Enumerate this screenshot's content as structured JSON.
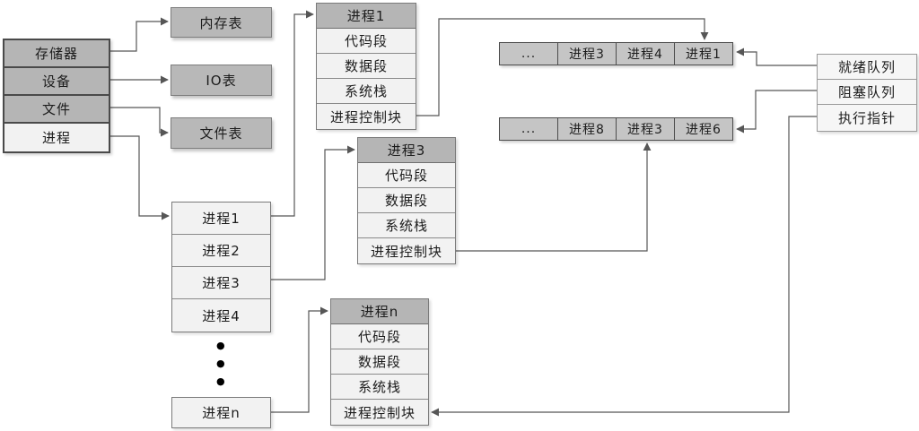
{
  "diagram": {
    "title": "operating-system-process-structures",
    "os_table": {
      "rows": [
        "存储器",
        "设备",
        "文件",
        "进程"
      ]
    },
    "resource_tables": {
      "memory": "内存表",
      "io": "IO表",
      "file": "文件表"
    },
    "process_list": {
      "rows": [
        "进程1",
        "进程2",
        "进程3",
        "进程4"
      ],
      "last_row": "进程n"
    },
    "pcb_top": {
      "header": "进程1",
      "rows": [
        "代码段",
        "数据段",
        "系统栈",
        "进程控制块"
      ]
    },
    "pcb_mid": {
      "header": "进程3",
      "rows": [
        "代码段",
        "数据段",
        "系统栈",
        "进程控制块"
      ]
    },
    "pcb_bottom": {
      "header": "进程n",
      "rows": [
        "代码段",
        "数据段",
        "系统栈",
        "进程控制块"
      ]
    },
    "ready_queue": {
      "cells": [
        "...",
        "进程3",
        "进程4",
        "进程1"
      ]
    },
    "blocked_queue": {
      "cells": [
        "...",
        "进程8",
        "进程3",
        "进程6"
      ]
    },
    "pointer_table": {
      "rows": [
        "就绪队列",
        "阻塞队列",
        "执行指针"
      ]
    },
    "glyphs": {
      "dot": "●"
    },
    "colors": {
      "box_gray": "#b5b5b5",
      "box_light": "#f2f2f2",
      "queue_gray": "#c5c5c5",
      "border_dark": "#4a4a4a",
      "border_mid": "#7a7a7a",
      "arrow": "#565656",
      "background": "#ffffff",
      "text": "#1c1c1c"
    }
  }
}
